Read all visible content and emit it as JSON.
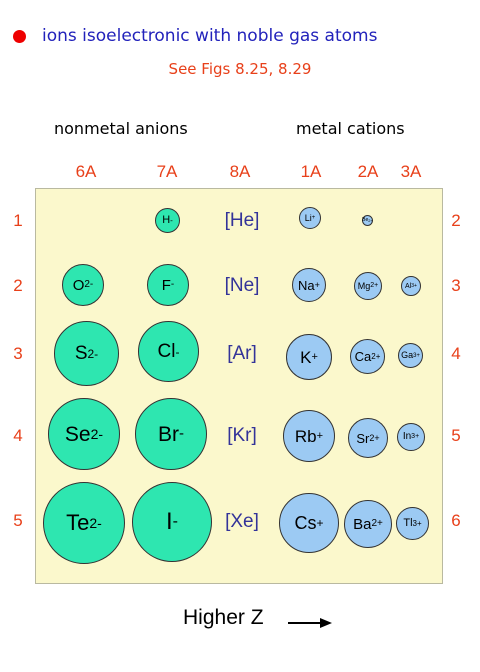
{
  "header": {
    "title": "ions isoelectronic with noble gas atoms",
    "subtitle": "See Figs 8.25, 8.29",
    "bullet_color": "#ee0000"
  },
  "sections": {
    "anions_label": "nonmetal anions",
    "cations_label": "metal cations"
  },
  "groups": [
    "6A",
    "7A",
    "8A",
    "1A",
    "2A",
    "3A"
  ],
  "periods_left": [
    "1",
    "2",
    "3",
    "4",
    "5"
  ],
  "periods_right": [
    "2",
    "3",
    "4",
    "5",
    "6"
  ],
  "noble_gases": [
    "[He]",
    "[Ne]",
    "[Ar]",
    "[Kr]",
    "[Xe]"
  ],
  "ions": {
    "H": {
      "symbol": "H",
      "charge": "-"
    },
    "O": {
      "symbol": "O",
      "charge": "2-"
    },
    "F": {
      "symbol": "F",
      "charge": "-"
    },
    "S": {
      "symbol": "S",
      "charge": "2-"
    },
    "Cl": {
      "symbol": "Cl",
      "charge": "-"
    },
    "Se": {
      "symbol": "Se",
      "charge": "2-"
    },
    "Br": {
      "symbol": "Br",
      "charge": "-"
    },
    "Te": {
      "symbol": "Te",
      "charge": "2-"
    },
    "I": {
      "symbol": "I",
      "charge": "-"
    },
    "Li": {
      "symbol": "Li",
      "charge": "+"
    },
    "Be": {
      "symbol": "Be",
      "charge": "2+"
    },
    "Na": {
      "symbol": "Na",
      "charge": "+"
    },
    "Mg": {
      "symbol": "Mg",
      "charge": "2+"
    },
    "Al": {
      "symbol": "Al",
      "charge": "3+"
    },
    "K": {
      "symbol": "K",
      "charge": "+"
    },
    "Ca": {
      "symbol": "Ca",
      "charge": "2+"
    },
    "Ga": {
      "symbol": "Ga",
      "charge": "3+"
    },
    "Rb": {
      "symbol": "Rb",
      "charge": "+"
    },
    "Sr": {
      "symbol": "Sr",
      "charge": "2+"
    },
    "In": {
      "symbol": "In",
      "charge": "3+"
    },
    "Cs": {
      "symbol": "Cs",
      "charge": "+"
    },
    "Ba": {
      "symbol": "Ba",
      "charge": "2+"
    },
    "Tl": {
      "symbol": "Tl",
      "charge": "3+"
    }
  },
  "colors": {
    "anion_fill": "#2ee6b0",
    "cation_fill": "#9ccaf3",
    "panel_fill": "#fbf8cc",
    "label_red": "#e8401a",
    "noble_blue": "#333399"
  },
  "footer": {
    "higher_z": "Higher Z",
    "arrow_icon": "right-arrow-icon"
  }
}
